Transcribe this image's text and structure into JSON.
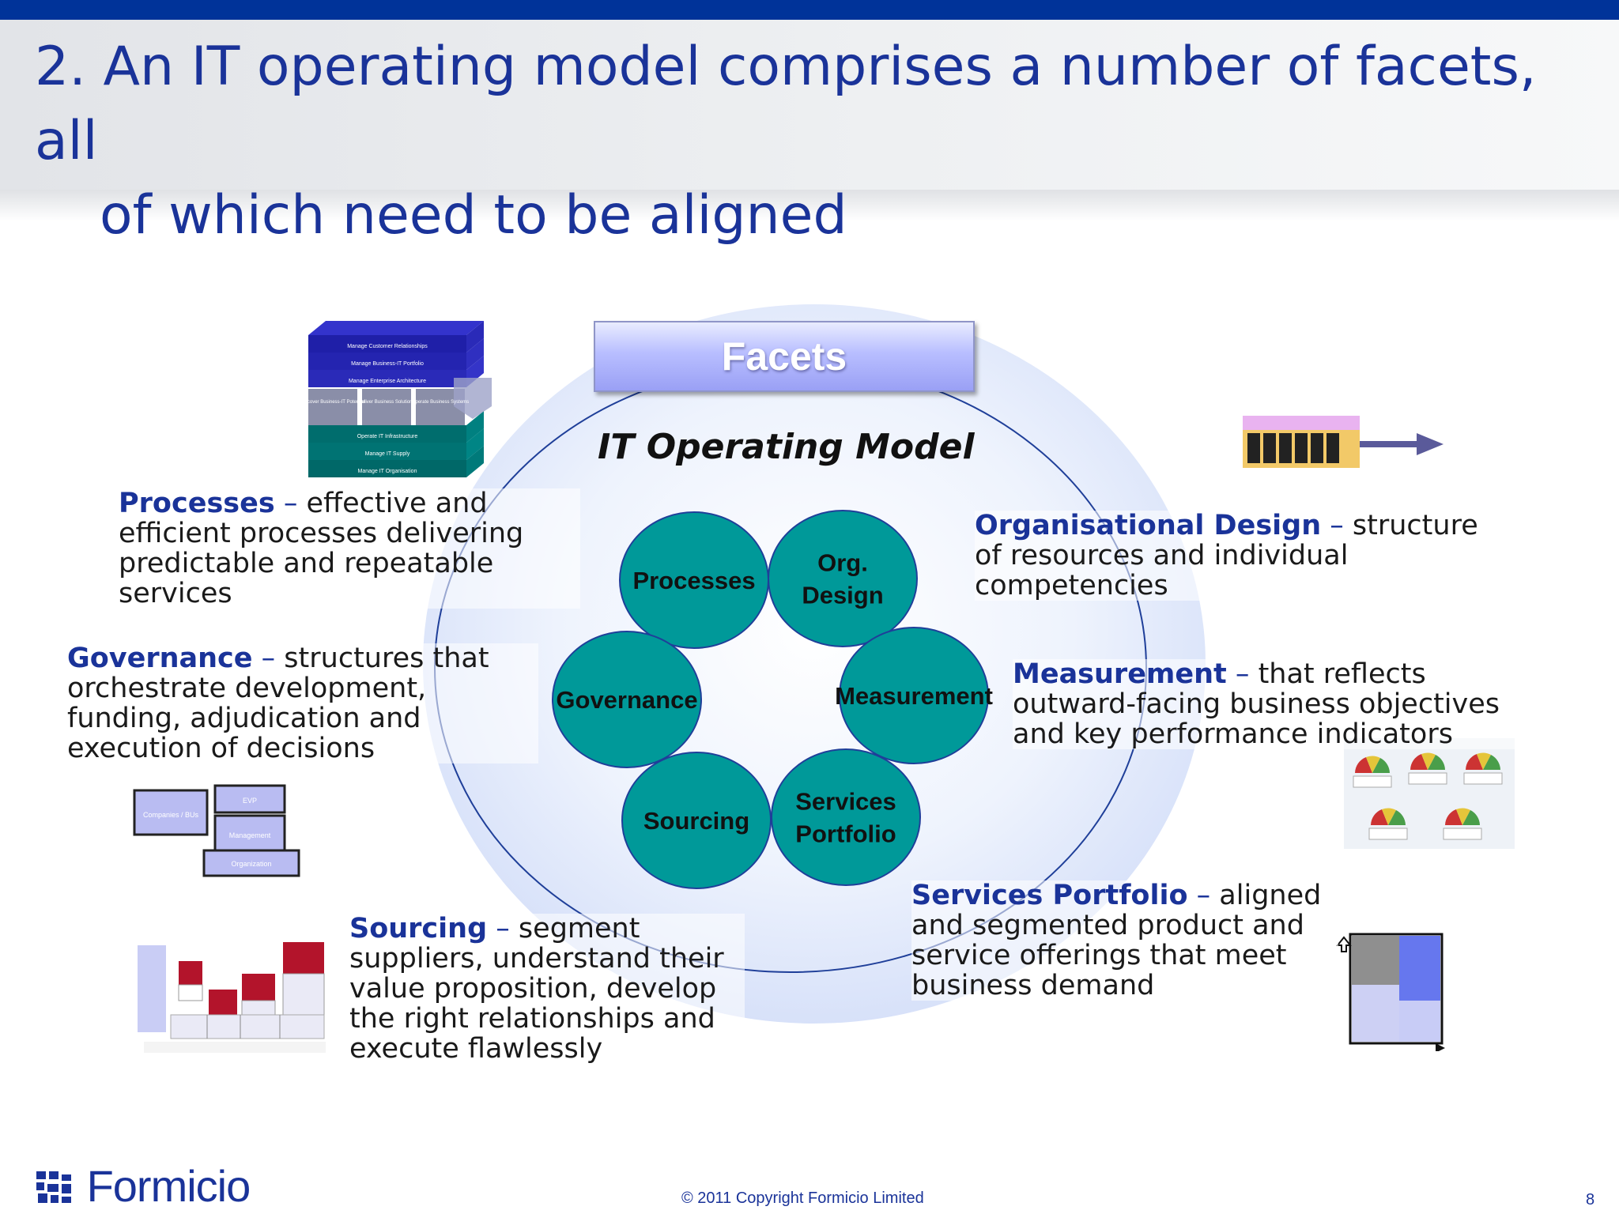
{
  "slide": {
    "title_line1": "2. An IT operating model comprises a number of facets, all",
    "title_line2": "of which need to be aligned",
    "facets_label": "Facets",
    "model_label": "IT Operating Model"
  },
  "circles": [
    {
      "label_lines": [
        "Processes"
      ]
    },
    {
      "label_lines": [
        "Org.",
        "Design"
      ]
    },
    {
      "label_lines": [
        "Measurement"
      ]
    },
    {
      "label_lines": [
        "Services",
        "Portfolio"
      ]
    },
    {
      "label_lines": [
        "Sourcing"
      ]
    },
    {
      "label_lines": [
        "Governance"
      ]
    }
  ],
  "descriptions": {
    "processes": {
      "heading": "Processes",
      "dash": " – ",
      "text": "effective and efficient processes delivering predictable and repeatable services"
    },
    "governance": {
      "heading": "Governance",
      "dash": " – ",
      "text": "structures that orchestrate development, funding, adjudication and execution of decisions"
    },
    "sourcing": {
      "heading": "Sourcing",
      "dash": " – ",
      "text": "segment suppliers, understand their value proposition, develop the right relationships and execute flawlessly"
    },
    "org_design": {
      "heading": "Organisational Design",
      "dash": " – ",
      "text": "structure of resources and individual competencies"
    },
    "measurement": {
      "heading": "Measurement",
      "dash": " – ",
      "text": "that reflects outward-facing business objectives and key performance indicators"
    },
    "services_portfolio": {
      "heading": "Services Portfolio",
      "dash": " – ",
      "text": "aligned and segmented product and service offerings that meet business demand"
    }
  },
  "process_stack": {
    "layers": [
      "Manage Customer Relationships",
      "Manage Business-IT Portfolio",
      "Manage Enterprise Architecture",
      "Operate IT Infrastructure",
      "Manage IT Supply",
      "Manage IT Organisation"
    ],
    "columns": [
      "Discover Business-IT Potential",
      "Deliver Business Solutions",
      "Operate Business Systems"
    ]
  },
  "gov_boxes": [
    "Companies / BUs",
    "EVP",
    "Management",
    "Organization"
  ],
  "footer": {
    "logo": "Formicio",
    "copyright": "© 2011 Copyright Formicio Limited",
    "page_number": "8"
  },
  "colors": {
    "title_blue": "#1a3399",
    "top_bar": "#003399",
    "circle_fill": "#009999",
    "circle_stroke": "#1f3f99",
    "ellipse_fill": "#dde6fb"
  }
}
